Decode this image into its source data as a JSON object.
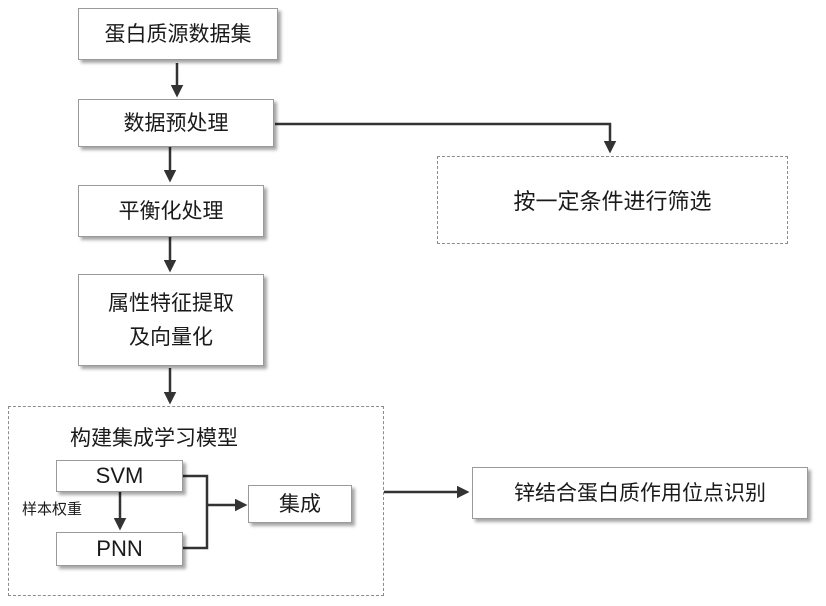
{
  "nodes": {
    "dataset": "蛋白质源数据集",
    "preprocess": "数据预处理",
    "balance": "平衡化处理",
    "feature_line1": "属性特征提取",
    "feature_line2": "及向量化",
    "model_group_title": "构建集成学习模型",
    "svm": "SVM",
    "pnn": "PNN",
    "sample_weight": "样本权重",
    "ensemble": "集成",
    "filter": "按一定条件进行筛选",
    "result": "锌结合蛋白质作用位点识别"
  }
}
